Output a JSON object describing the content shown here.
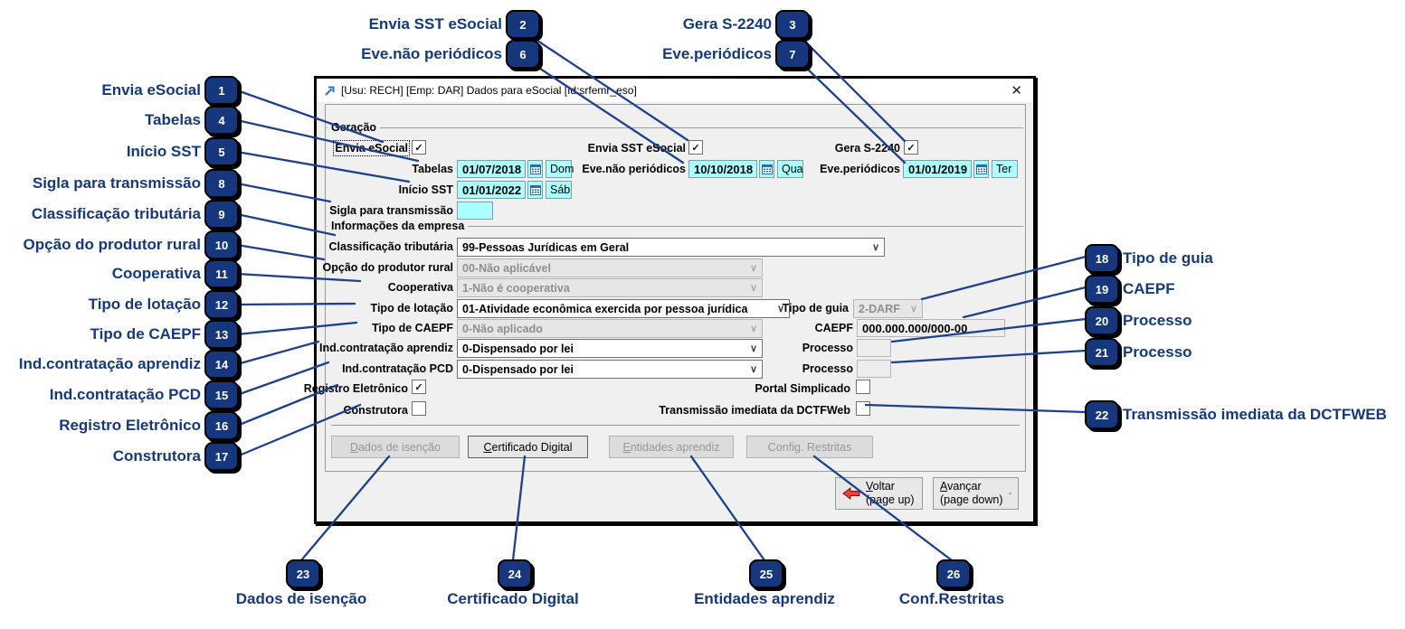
{
  "icons": {
    "close": "✕",
    "chevron": "∨"
  },
  "window": {
    "title": "[Usu: RECH] [Emp: DAR] Dados para eSocial [Id:srfemr_eso]"
  },
  "groups": {
    "geracao": "Geração",
    "empresa": "Informações da empresa"
  },
  "colors": {
    "annotation_navy": "#15397f",
    "field_cyan": "#aaffff",
    "dialog_gray": "#f0f0f0"
  },
  "checkboxes": {
    "envia_esocial": {
      "label": "Envia eSocial",
      "mark": "✓"
    },
    "envia_sst": {
      "label": "Envia SST eSocial",
      "mark": "✓"
    },
    "gera_s2240": {
      "label": "Gera S-2240",
      "mark": "✓"
    },
    "registro_eletronico": {
      "label": "Registro Eletrônico",
      "mark": "✓"
    },
    "portal_simplicado": {
      "label": "Portal Simplicado",
      "mark": ""
    },
    "construtora": {
      "label": "Construtora",
      "mark": ""
    },
    "transmissao_dctfweb": {
      "label": "Transmissão imediata da DCTFWeb",
      "mark": ""
    }
  },
  "dates": {
    "tabelas": {
      "label": "Tabelas",
      "value": "01/07/2018",
      "day": "Dom"
    },
    "eve_nao_periodicos": {
      "label": "Eve.não periódicos",
      "value": "10/10/2018",
      "day": "Qua"
    },
    "eve_periodicos": {
      "label": "Eve.periódicos",
      "value": "01/01/2019",
      "day": "Ter"
    },
    "inicio_sst": {
      "label": "Início SST",
      "value": "01/01/2022",
      "day": "Sáb"
    }
  },
  "inputs": {
    "sigla": {
      "label": "Sigla para transmissão",
      "value": ""
    },
    "caepf": {
      "label": "CAEPF",
      "value": "000.000.000/000-00"
    },
    "processo1": {
      "label": "Processo",
      "value": ""
    },
    "processo2": {
      "label": "Processo",
      "value": ""
    }
  },
  "selects": {
    "classificacao": {
      "label": "Classificação tributária",
      "value": "99-Pessoas Jurídicas em Geral",
      "enabled": true
    },
    "produtor_rural": {
      "label": "Opção do produtor rural",
      "value": "00-Não aplicável",
      "enabled": false
    },
    "cooperativa": {
      "label": "Cooperativa",
      "value": "1-Não é cooperativa",
      "enabled": false
    },
    "tipo_lotacao": {
      "label": "Tipo de lotação",
      "value": "01-Atividade econômica exercida por pessoa jurídica",
      "enabled": true
    },
    "tipo_guia": {
      "label": "Tipo de guia",
      "value": "2-DARF",
      "enabled": false
    },
    "tipo_caepf": {
      "label": "Tipo de CAEPF",
      "value": "0-Não aplicado",
      "enabled": false
    },
    "ind_aprendiz": {
      "label": "Ind.contratação aprendiz",
      "value": "0-Dispensado por lei",
      "enabled": true
    },
    "ind_pcd": {
      "label": "Ind.contratação PCD",
      "value": "0-Dispensado por lei",
      "enabled": true
    }
  },
  "buttons": {
    "dados_isencao": {
      "u": "D",
      "rest": "ados de isenção",
      "enabled": false
    },
    "certificado": {
      "u": "C",
      "rest": "ertificado Digital",
      "enabled": true
    },
    "entidades": {
      "u": "E",
      "rest": "ntidades aprendiz",
      "enabled": false
    },
    "config_restritas": {
      "label": "Config. Restritas",
      "enabled": false
    },
    "voltar": {
      "u": "V",
      "rest": "oltar",
      "sub": "(page up)"
    },
    "avancar": {
      "u": "A",
      "rest": "vançar",
      "sub": "(page down)"
    }
  },
  "annotations": {
    "left": [
      {
        "n": "1",
        "label": "Envia eSocial"
      },
      {
        "n": "4",
        "label": "Tabelas"
      },
      {
        "n": "5",
        "label": "Início SST"
      },
      {
        "n": "8",
        "label": "Sigla para transmissão"
      },
      {
        "n": "9",
        "label": "Classificação tributária"
      },
      {
        "n": "10",
        "label": "Opção do produtor rural"
      },
      {
        "n": "11",
        "label": "Cooperativa"
      },
      {
        "n": "12",
        "label": "Tipo de lotação"
      },
      {
        "n": "13",
        "label": "Tipo de CAEPF"
      },
      {
        "n": "14",
        "label": "Ind.contratação aprendiz"
      },
      {
        "n": "15",
        "label": "Ind.contratação PCD"
      },
      {
        "n": "16",
        "label": "Registro Eletrônico"
      },
      {
        "n": "17",
        "label": "Construtora"
      }
    ],
    "top": [
      {
        "n": "2",
        "label": "Envia SST eSocial"
      },
      {
        "n": "6",
        "label": "Eve.não periódicos"
      },
      {
        "n": "3",
        "label": "Gera S-2240"
      },
      {
        "n": "7",
        "label": "Eve.periódicos"
      }
    ],
    "right": [
      {
        "n": "18",
        "label": "Tipo de guia"
      },
      {
        "n": "19",
        "label": "CAEPF"
      },
      {
        "n": "20",
        "label": "Processo"
      },
      {
        "n": "21",
        "label": "Processo"
      },
      {
        "n": "22",
        "label": "Transmissão imediata da DCTFWEB"
      }
    ],
    "bottom": [
      {
        "n": "23",
        "label": "Dados de isenção"
      },
      {
        "n": "24",
        "label": "Certificado Digital"
      },
      {
        "n": "25",
        "label": "Entidades aprendiz"
      },
      {
        "n": "26",
        "label": "Conf.Restritas"
      }
    ]
  }
}
